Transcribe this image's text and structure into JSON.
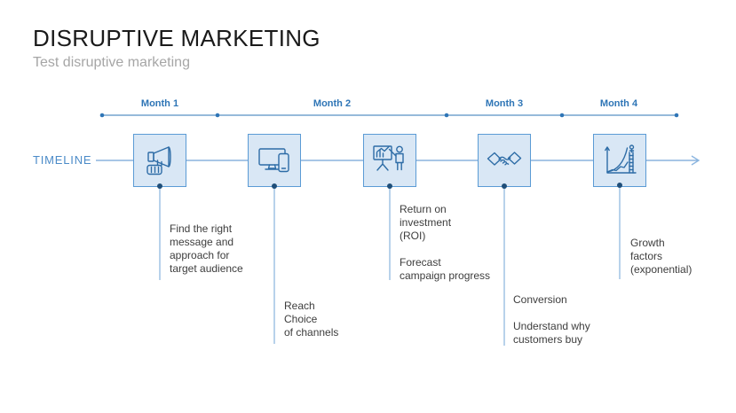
{
  "slide": {
    "title": "DISRUPTIVE MARKETING",
    "subtitle": "Test disruptive marketing",
    "timeline_label": "TIMELINE"
  },
  "months": [
    {
      "label": "Month 1"
    },
    {
      "label": "Month 2"
    },
    {
      "label": "Month 3"
    },
    {
      "label": "Month 4"
    }
  ],
  "milestones": [
    {
      "icon": "megaphone-icon",
      "lines": [
        "Find the right",
        "message and",
        "approach for",
        "target audience"
      ]
    },
    {
      "icon": "devices-icon",
      "lines": [
        "Reach",
        "Choice",
        "of channels"
      ]
    },
    {
      "icon": "presentation-icon",
      "lines": [
        "Return on",
        "investment",
        "(ROI)",
        "",
        "Forecast",
        "campaign progress"
      ]
    },
    {
      "icon": "handshake-icon",
      "lines": [
        "Conversion",
        "",
        "Understand why",
        "customers buy"
      ]
    },
    {
      "icon": "growth-chart-icon",
      "lines": [
        "Growth",
        "factors",
        "(exponential)"
      ]
    }
  ],
  "colors": {
    "month_accent": "#2e75b6",
    "box_fill": "#d9e7f5",
    "box_border": "#5b9bd5",
    "icon_stroke": "#2d6ca6",
    "connector_line": "#7fadda",
    "dot": "#1f4e79",
    "timeline_arrow": "#74a5d6",
    "body_text": "#3d3d3d",
    "title_text": "#1a1a1a",
    "subtitle_text": "#a6a6a6"
  }
}
